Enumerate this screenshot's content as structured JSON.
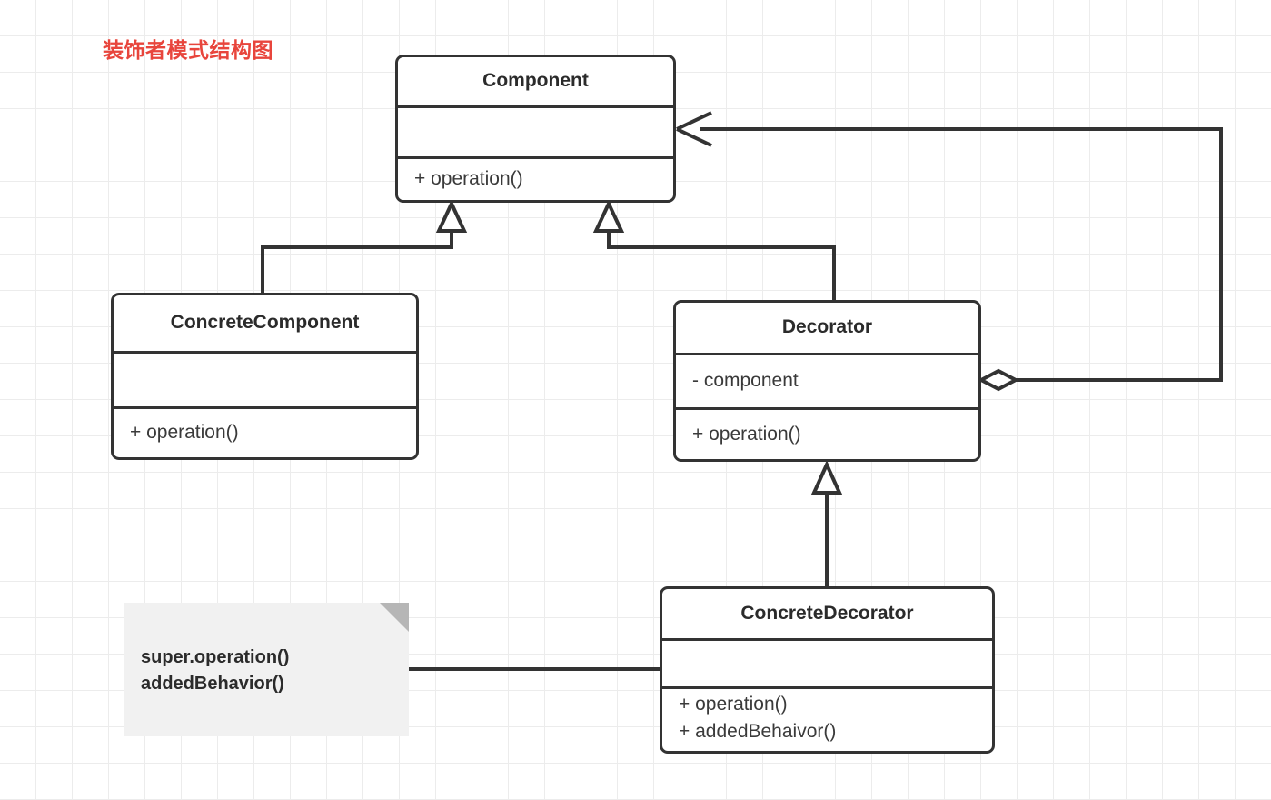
{
  "title": "装饰者模式结构图",
  "title_color": "#e8453c",
  "stroke_color": "#333333",
  "note_bg": "#f1f1f1",
  "classes": {
    "component": {
      "name": "Component",
      "attributes": [],
      "operations": [
        "+ operation()"
      ]
    },
    "concrete_component": {
      "name": "ConcreteComponent",
      "attributes": [],
      "operations": [
        "+ operation()"
      ]
    },
    "decorator": {
      "name": "Decorator",
      "attributes": [
        "- component"
      ],
      "operations": [
        "+ operation()"
      ]
    },
    "concrete_decorator": {
      "name": "ConcreteDecorator",
      "attributes": [],
      "operations": [
        "+ operation()",
        "+ addedBehaivor()"
      ]
    }
  },
  "note": {
    "line1": "super.operation()",
    "line2": "addedBehavior()"
  },
  "relations": [
    {
      "kind": "generalization",
      "from": "ConcreteComponent",
      "to": "Component"
    },
    {
      "kind": "generalization",
      "from": "Decorator",
      "to": "Component"
    },
    {
      "kind": "generalization",
      "from": "ConcreteDecorator",
      "to": "Decorator"
    },
    {
      "kind": "aggregation",
      "from": "Decorator",
      "to": "Component"
    },
    {
      "kind": "note-anchor",
      "from": "note",
      "to": "ConcreteDecorator"
    }
  ]
}
